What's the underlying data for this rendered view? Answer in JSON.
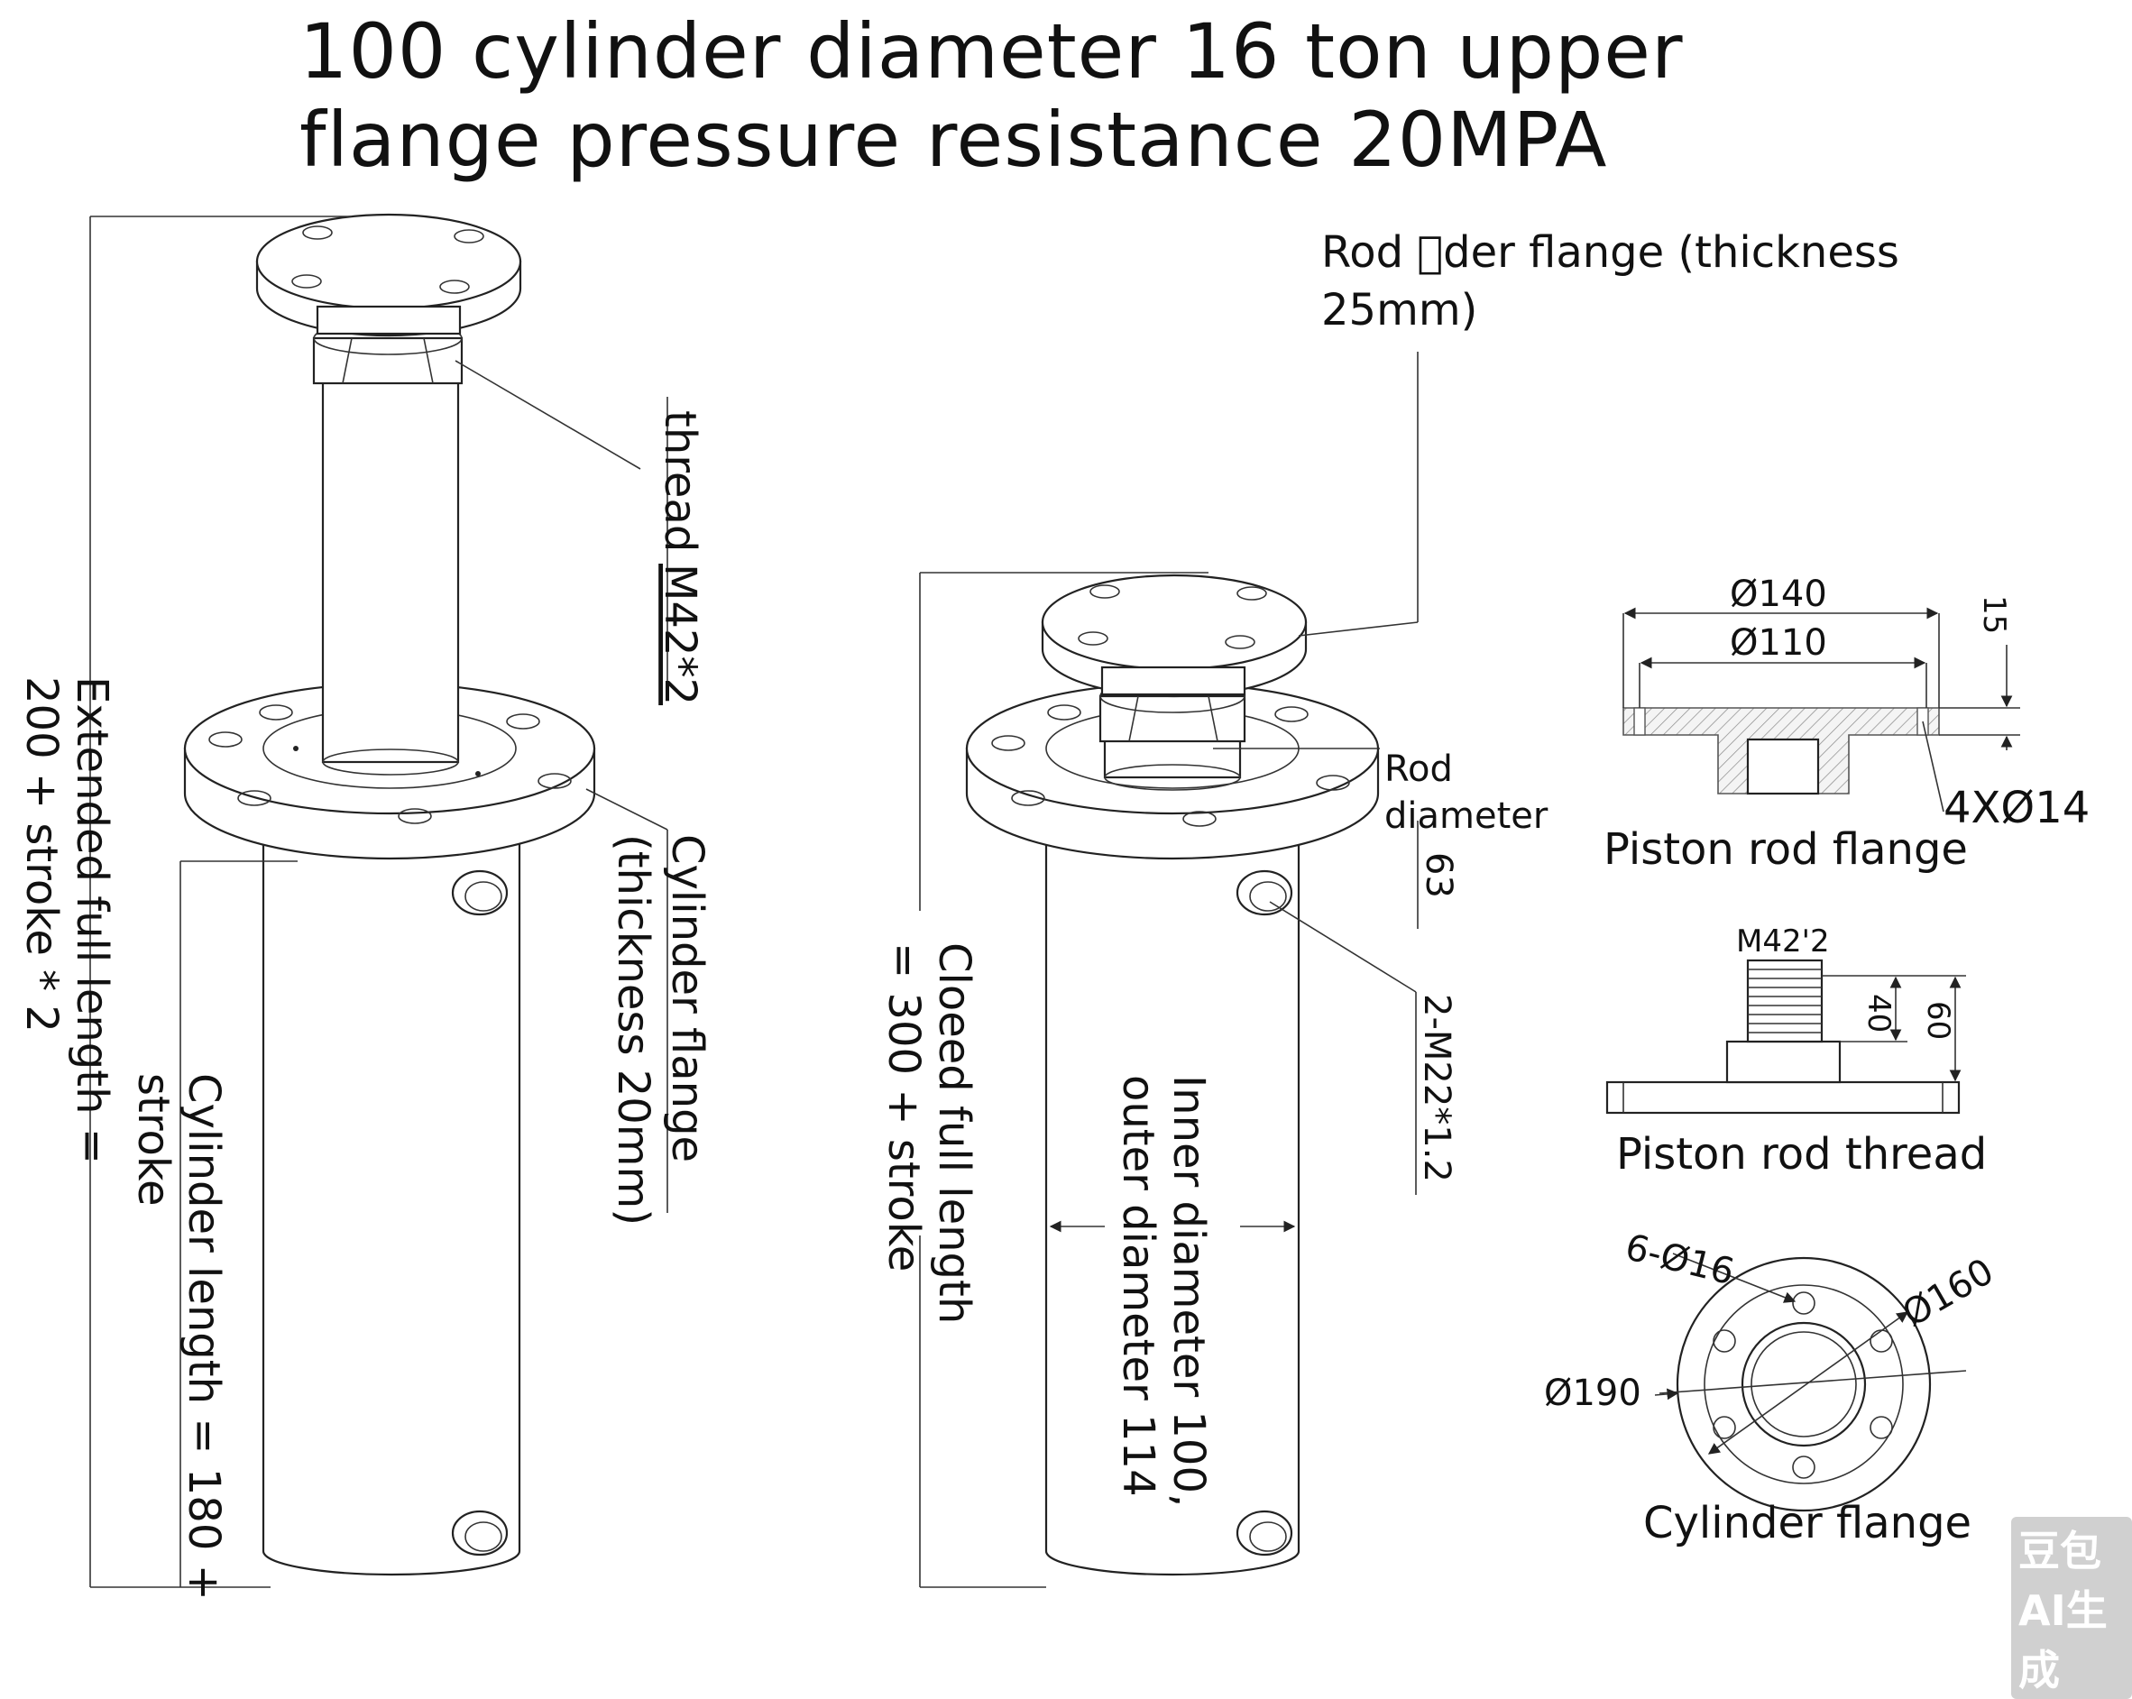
{
  "title": {
    "line1": "100 cylinder diameter 16 ton upper",
    "line2": "flange pressure resistance 20MPA"
  },
  "left_view": {
    "thread_label": "thread",
    "thread_spec": "M42*2",
    "cylinder_flange_label": "Cylinder flange",
    "cylinder_flange_thickness": "(thickness 20mm)",
    "extended_length_line1": "Extended full length =",
    "extended_length_line2": "200 + stroke * 2",
    "cylinder_length_line1": "Cylinder length = 180 +",
    "cylinder_length_line2": "stroke"
  },
  "middle_view": {
    "rod_flange_line1": "Rod \u0000der flange (thickness",
    "rod_flange_line2": "25mm)",
    "rod_diameter_line1": "Rod",
    "rod_diameter_line2": "diameter",
    "rod_diameter_value": "63",
    "port_spec": "2-M22*1.2",
    "closed_length_line1": "Cloeed full length",
    "closed_length_line2": "= 300 + stroke",
    "diameter_line1": "Inner diameter 100,",
    "diameter_line2": "outer diameter 114"
  },
  "detail_piston_rod_flange": {
    "outer_dia": "Ø140",
    "inner_dia": "Ø110",
    "thickness": "15",
    "holes": "4XØ14",
    "caption": "Piston rod flange"
  },
  "detail_piston_rod_thread": {
    "thread": "M42'2",
    "dim_a": "40",
    "dim_b": "60",
    "caption": "Piston rod thread"
  },
  "detail_cylinder_flange": {
    "holes": "6-Ø16",
    "bolt_circle": "Ø160",
    "outer_dia": "Ø190",
    "caption": "Cylinder flange"
  },
  "watermark": "豆包AI生成"
}
